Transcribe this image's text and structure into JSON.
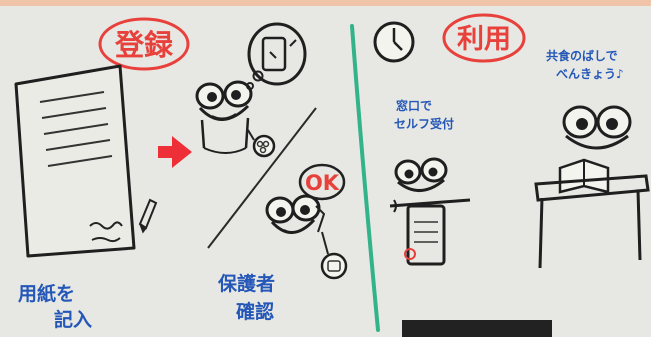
{
  "stamps": {
    "register": "登録",
    "use": "利用",
    "ok": "OK"
  },
  "captions": {
    "fill_form_line1": "用紙を",
    "fill_form_line2": "記入",
    "guardian_line1": "保護者",
    "guardian_line2": "確認",
    "window_line1": "窓口で",
    "window_line2": "セルフ受付",
    "reading_line1": "共食のばしで",
    "reading_line2": "べんきょう♪"
  },
  "colors": {
    "board": "#e7e8e3",
    "ink": "#1f1f1f",
    "stamp_red": "#e8413c",
    "caption_blue": "#2457b8",
    "divider_green": "#33b38a",
    "arrow_red": "#ee2f37"
  }
}
